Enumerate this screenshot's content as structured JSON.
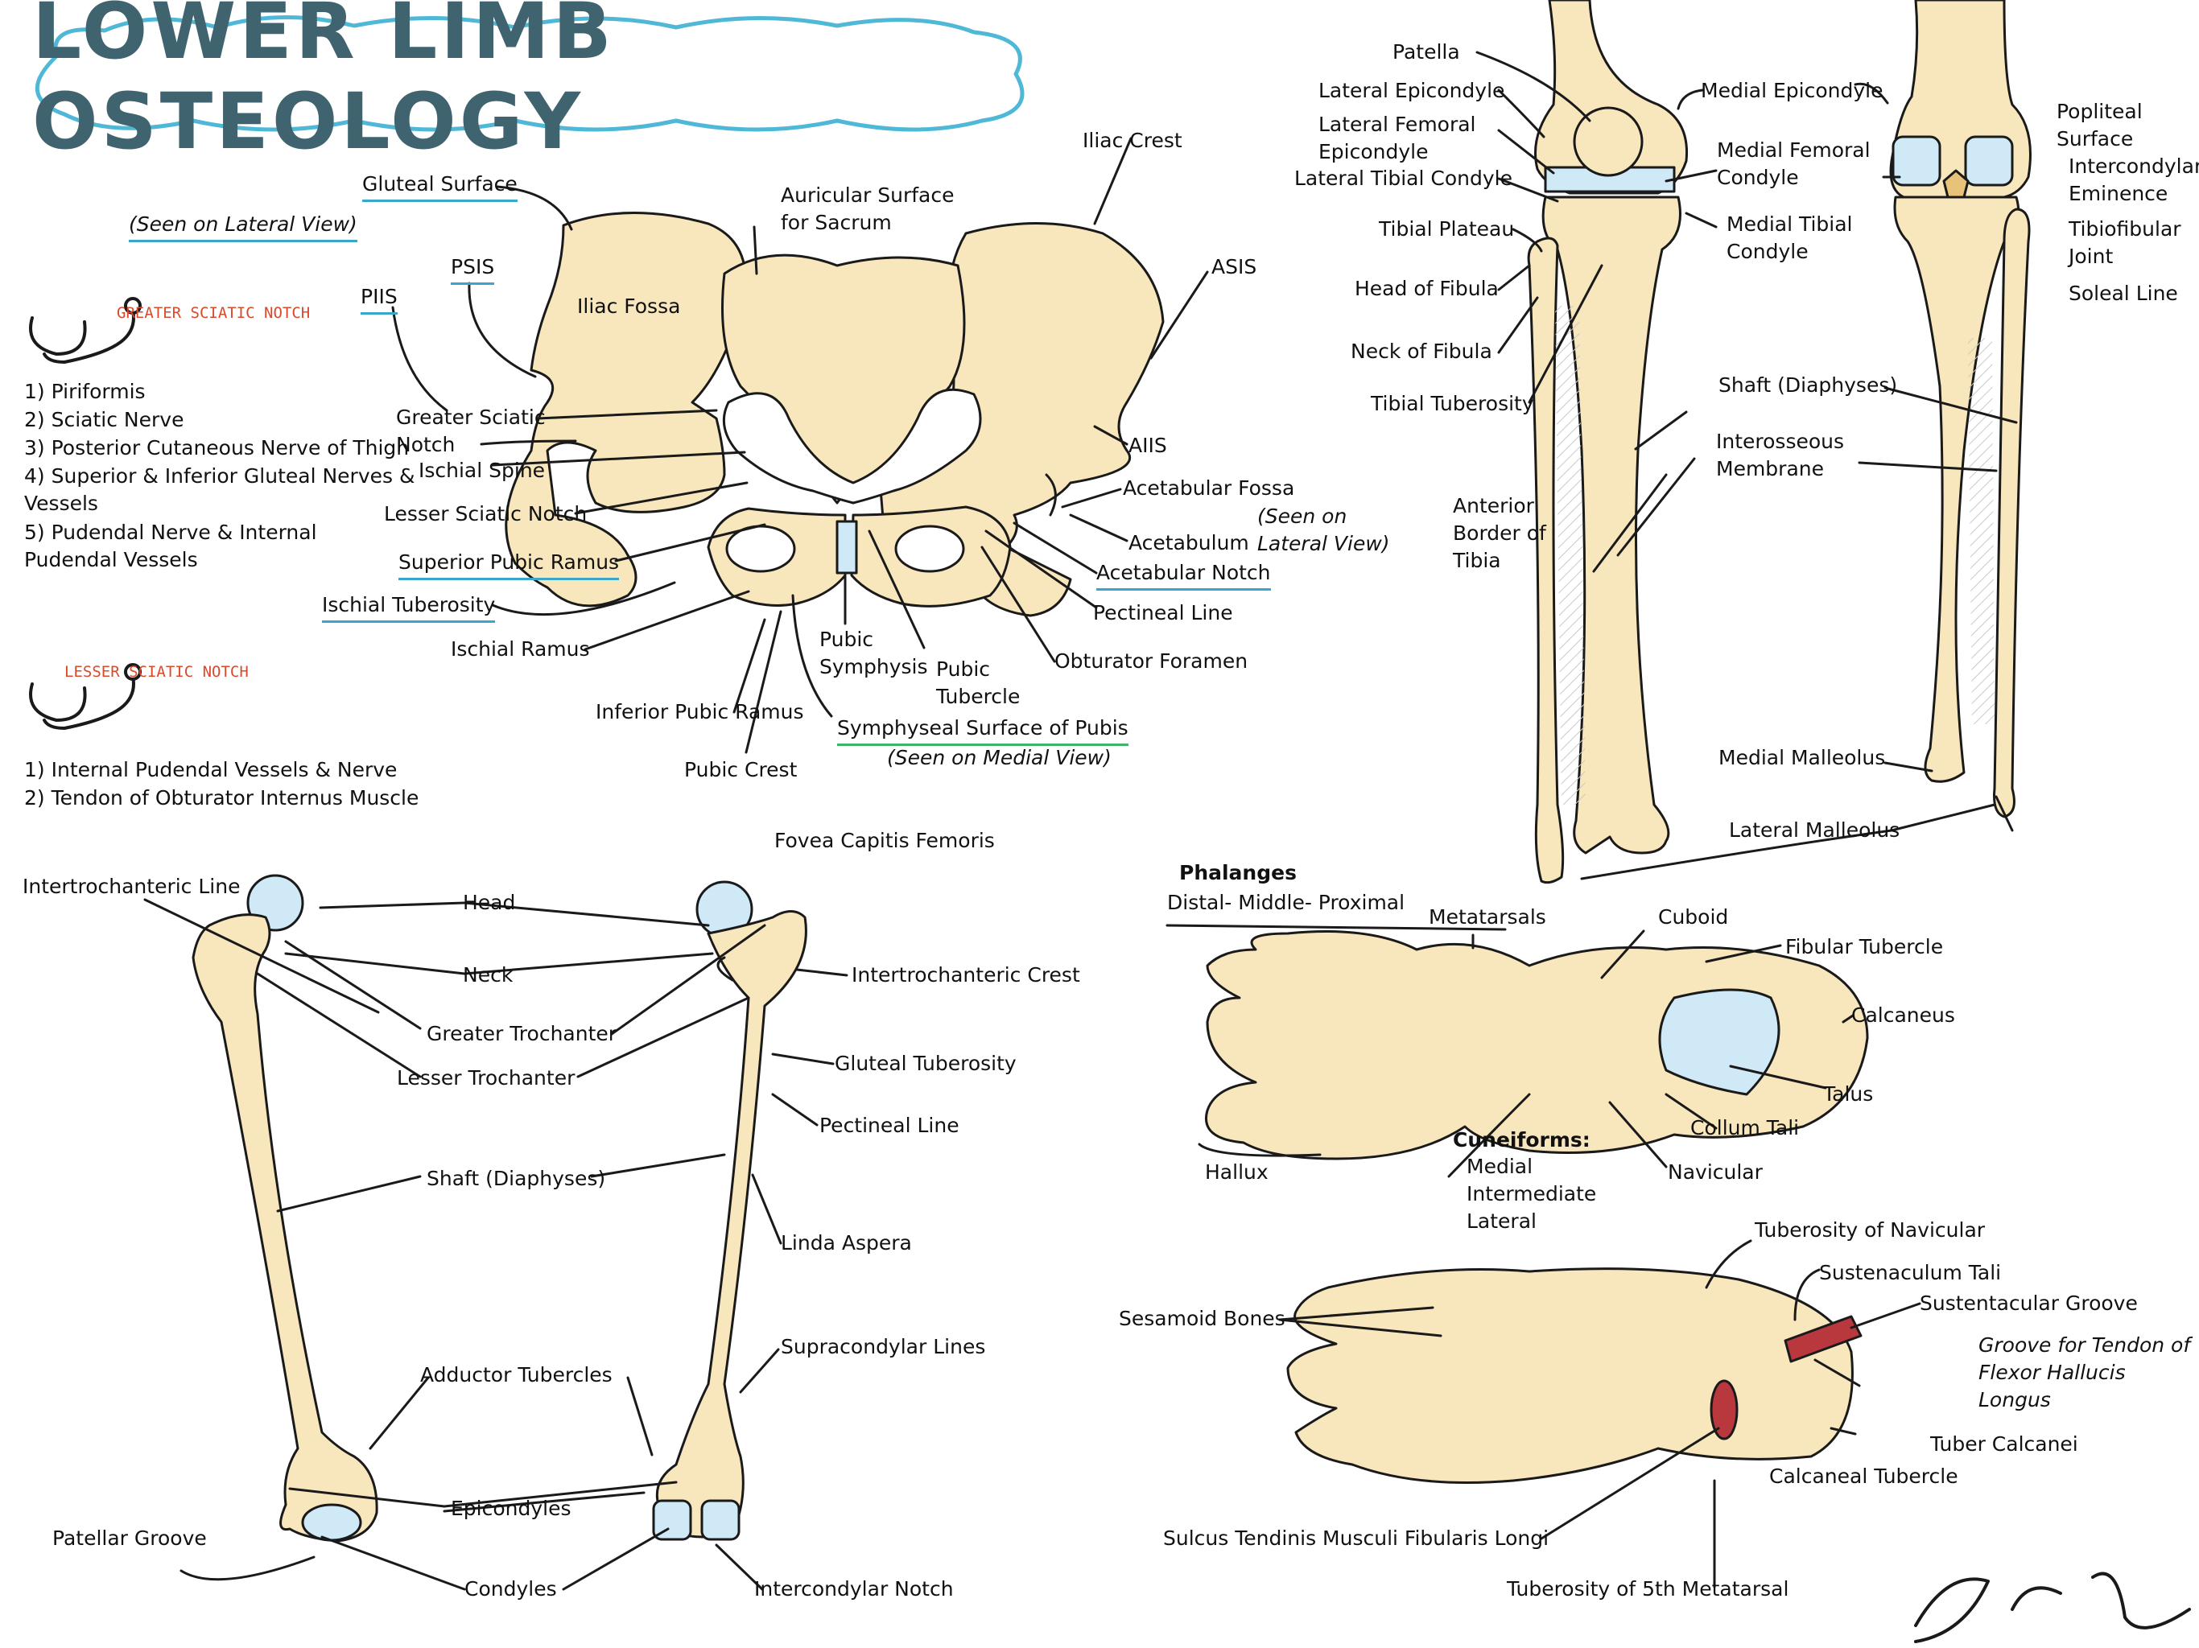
{
  "title": "LOWER LIMB OSTEOLOGY",
  "colors": {
    "bone": "#f8e6bd",
    "cartilage": "#cfeaf6",
    "accent_blue": "#3aa6c9",
    "accent_green": "#3fb36a",
    "accent_red": "#d94a2b",
    "groove_red": "#b8383d",
    "title_fill": "#3f6470",
    "sustentacular": "#e9c27a"
  },
  "icons": [
    "stethoscope-icon",
    "signature"
  ],
  "notes": {
    "greater_heading": "GREATER SCIATIC NOTCH",
    "greater_items": [
      "1) Piriformis",
      "2) Sciatic Nerve",
      "3) Posterior Cutaneous Nerve of Thigh",
      "4) Superior & Inferior Gluteal Nerves &\nVessels",
      "5) Pudendal Nerve & Internal\nPudendal Vessels"
    ],
    "lesser_heading": "LESSER SCIATIC NOTCH",
    "lesser_items": [
      "1) Internal Pudendal Vessels & Nerve",
      "2) Tendon of Obturator Internus Muscle"
    ]
  },
  "pelvis": {
    "gluteal_surface": "Gluteal Surface",
    "seen_lateral_1": "(Seen on Lateral View)",
    "psis": "PSIS",
    "piis": "PIIS",
    "iliac_fossa": "Iliac Fossa",
    "auricular": "Auricular Surface\nfor Sacrum",
    "iliac_crest": "Iliac Crest",
    "asis": "ASIS",
    "greater_notch": "Greater Sciatic\nNotch",
    "ischial_spine": "Ischial Spine",
    "lesser_notch": "Lesser Sciatic Notch",
    "superior_pubic": "Superior Pubic Ramus",
    "ischial_tuberosity": "Ischial Tuberosity",
    "ischial_ramus": "Ischial Ramus",
    "inferior_pubic": "Inferior Pubic Ramus",
    "pubic_crest": "Pubic Crest",
    "pubic_symphysis": "Pubic\nSymphysis",
    "pubic_tubercle": "Pubic\nTubercle",
    "symphyseal": "Symphyseal Surface of Pubis",
    "seen_medial": "(Seen on Medial View)",
    "aiis": "AIIS",
    "acetabular_fossa": "Acetabular Fossa",
    "acetabulum": "Acetabulum",
    "seen_lateral_2": "(Seen on\nLateral View)",
    "acetabular_notch": "Acetabular Notch",
    "pectineal": "Pectineal Line",
    "obturator": "Obturator Foramen"
  },
  "knee": {
    "patella": "Patella",
    "lat_epi": "Lateral Epicondyle",
    "lat_fem_condyle": "Lateral Femoral\nEpicondyle",
    "lat_tib_condyle": "Lateral Tibial Condyle",
    "tib_plateau": "Tibial Plateau",
    "head_fibula": "Head of Fibula",
    "neck_fibula": "Neck of Fibula",
    "tib_tuberosity": "Tibial Tuberosity",
    "anterior_border": "Anterior\nBorder of\nTibia",
    "med_epi": "Medial Epicondyle",
    "med_fem_condyle": "Medial Femoral\nCondyle",
    "med_tib_condyle": "Medial Tibial\nCondyle",
    "popliteal": "Popliteal\nSurface",
    "intercondylar": "Intercondylar\nEminence",
    "tibiofibular": "Tibiofibular\nJoint",
    "soleal": "Soleal Line",
    "shaft": "Shaft (Diaphyses)",
    "interosseous": "Interosseous\nMembrane",
    "med_malleolus": "Medial Malleolus",
    "lat_malleolus": "Lateral Malleolus"
  },
  "femur": {
    "intertroch_line": "Intertrochanteric Line",
    "head": "Head",
    "neck": "Neck",
    "greater_troch": "Greater Trochanter",
    "lesser_troch": "Lesser Trochanter",
    "shaft": "Shaft (Diaphyses)",
    "fovea": "Fovea Capitis Femoris",
    "intertroch_crest": "Intertrochanteric Crest",
    "gluteal_tub": "Gluteal Tuberosity",
    "pectineal": "Pectineal Line",
    "linea": "Linda Aspera",
    "supracondylar": "Supracondylar Lines",
    "adductor": "Adductor Tubercles",
    "epicondyles": "Epicondyles",
    "patellar_groove": "Patellar Groove",
    "condyles": "Condyles",
    "intercondylar_notch": "Intercondylar Notch"
  },
  "foot_top": {
    "phalanges": "Phalanges",
    "phal_sub": "Distal- Middle- Proximal",
    "metatarsals": "Metatarsals",
    "cuboid": "Cuboid",
    "fibular_tubercle": "Fibular Tubercle",
    "calcaneus": "Calcaneus",
    "talus": "Talus",
    "collum": "Collum Tali",
    "navicular": "Navicular",
    "cuneiforms": "Cuneiforms:",
    "cuneiform_list": "Medial\nIntermediate\nLateral",
    "hallux": "Hallux"
  },
  "foot_side": {
    "tub_navicular": "Tuberosity of Navicular",
    "sust_tali": "Sustenaculum Tali",
    "sust_groove": "Sustentacular Groove",
    "groove_tendon": "Groove for Tendon of\nFlexor Hallucis\nLongus",
    "tuber_calcanei": "Tuber Calcanei",
    "calc_tubercle": "Calcaneal Tubercle",
    "sesamoid": "Sesamoid Bones",
    "sulcus": "Sulcus Tendinis Musculi Fibularis Longi",
    "tub_5th": "Tuberosity of 5th Metatarsal"
  }
}
